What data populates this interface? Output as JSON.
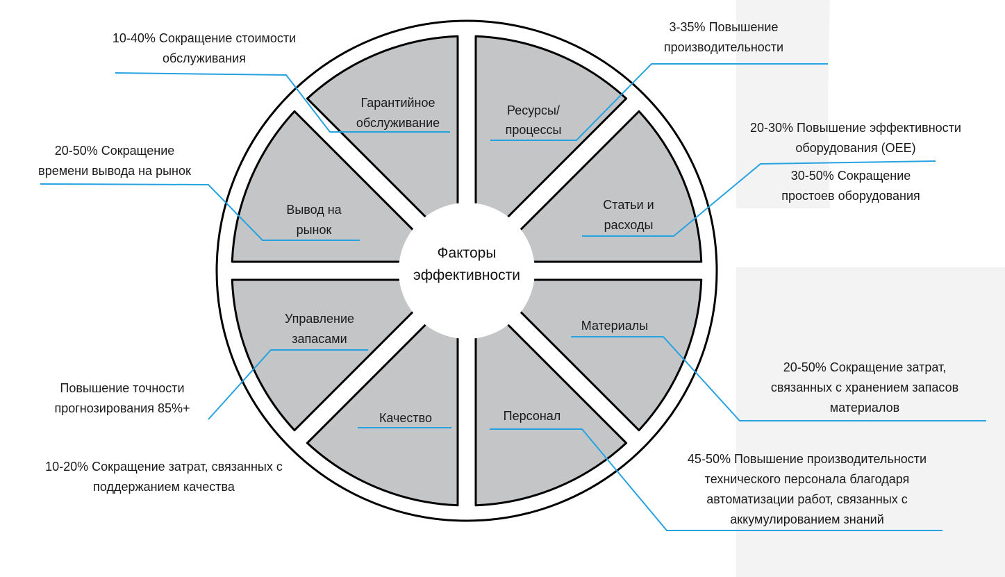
{
  "center": {
    "line1": "Факторы",
    "line2": "эффективности"
  },
  "segments": {
    "warranty": {
      "line1": "Гарантийное",
      "line2": "обслуживание"
    },
    "resources": {
      "line1": "Ресурсы/",
      "line2": "процессы"
    },
    "costs": {
      "line1": "Статьи и",
      "line2": "расходы"
    },
    "market": {
      "line1": "Вывод на",
      "line2": "рынок"
    },
    "inventory": {
      "line1": "Управление",
      "line2": "запасами"
    },
    "materials": {
      "line1": "Материалы"
    },
    "quality": {
      "line1": "Качество"
    },
    "personnel": {
      "line1": "Персонал"
    }
  },
  "annotations": {
    "maintenance": {
      "line1": "10-40% Сокращение стоимости",
      "line2": "обслуживания"
    },
    "productivity": {
      "line1": "3-35% Повышение",
      "line2": "производительности"
    },
    "oee": {
      "line1": "20-30% Повышение эффективности",
      "line2": "оборудования (OEE)"
    },
    "downtime": {
      "line1": "30-50% Сокращение",
      "line2": "простоев оборудования"
    },
    "time_to_market": {
      "line1": "20-50% Сокращение",
      "line2": "времени вывода на рынок"
    },
    "forecast": {
      "line1": "Повышение точности",
      "line2": "прогнозирования 85%+"
    },
    "storage": {
      "line1": "20-50% Сокращение затрат,",
      "line2": "связанных с хранением запасов",
      "line3": "материалов"
    },
    "quality_costs": {
      "line1": "10-20% Сокращение затрат, связанных с",
      "line2": "поддержанием качества"
    },
    "staff": {
      "line1": "45-50% Повышение производительности",
      "line2": "технического персонала благодаря",
      "line3": "автоматизации работ, связанных с",
      "line4": "аккумулированием знаний"
    }
  },
  "colors": {
    "segment_fill": "#c3c5c7",
    "leader_line": "#27a2e0",
    "outline": "#000000"
  }
}
